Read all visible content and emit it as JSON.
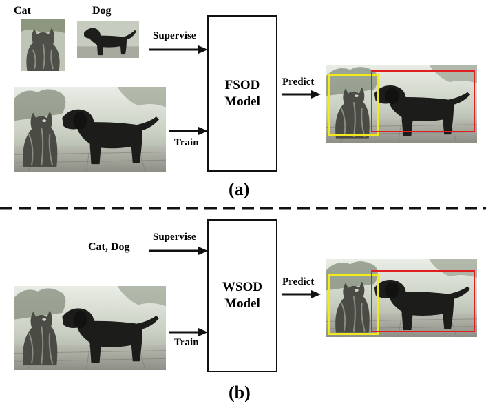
{
  "panel_a": {
    "cat_label": "Cat",
    "dog_label": "Dog",
    "supervise_label": "Supervise",
    "train_label": "Train",
    "model_line1": "FSOD",
    "model_line2": "Model",
    "predict_label": "Predict",
    "caption": "(a)"
  },
  "panel_b": {
    "class_labels": "Cat, Dog",
    "supervise_label": "Supervise",
    "train_label": "Train",
    "model_line1": "WSOD",
    "model_line2": "Model",
    "predict_label": "Predict",
    "caption": "(b)"
  },
  "colors": {
    "cat_box": "#f2ea1c",
    "dog_box": "#e02020",
    "divider": "#111111"
  },
  "icons": [
    "cat-photo",
    "dog-photo",
    "cat-dog-photo",
    "arrow-right-icon"
  ]
}
